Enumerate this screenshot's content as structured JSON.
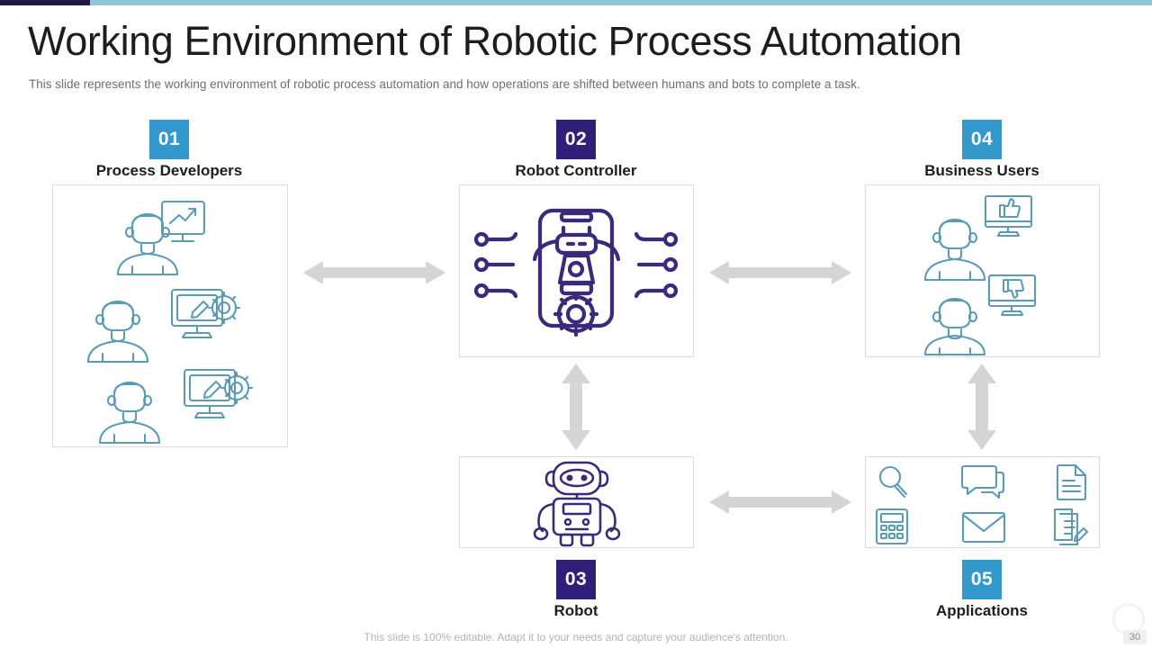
{
  "header": {
    "title": "Working Environment of Robotic Process Automation",
    "subtitle": "This slide represents the working environment of robotic process automation and how operations are shifted between humans and bots to complete a task."
  },
  "colors": {
    "badge_blue": "#3399cc",
    "badge_purple": "#2f1f78",
    "icon_blue": "#5b9cb4",
    "icon_purple": "#3b2a7a",
    "arrow_gray": "#d5d5d5",
    "panel_border": "#dcdcdc",
    "accent_bar": "#8fc5d4",
    "accent_bar_dark": "#221844",
    "title_text": "#1d1d1d",
    "subtitle_text": "#6e6e6e"
  },
  "groups": [
    {
      "number": "01",
      "label": "Process Developers",
      "badge_color": "badge_blue",
      "icons": [
        "person-icon",
        "monitor-chart-icon",
        "person-icon",
        "monitor-settings-icon",
        "person-icon",
        "monitor-settings-icon"
      ]
    },
    {
      "number": "02",
      "label": "Robot Controller",
      "badge_color": "badge_purple",
      "icons": [
        "robot-controller-device-icon"
      ]
    },
    {
      "number": "03",
      "label": "Robot",
      "badge_color": "badge_purple",
      "icons": [
        "robot-icon"
      ]
    },
    {
      "number": "04",
      "label": "Business Users",
      "badge_color": "badge_blue",
      "icons": [
        "monitor-thumbs-up-icon",
        "person-icon",
        "monitor-thumbs-down-icon",
        "person-icon"
      ]
    },
    {
      "number": "05",
      "label": "Applications",
      "badge_color": "badge_blue",
      "icons": [
        "search-icon",
        "chat-icon",
        "document-icon",
        "calculator-icon",
        "envelope-icon",
        "document-edit-icon"
      ]
    }
  ],
  "connectors": [
    {
      "name": "developers-to-controller",
      "direction": "horizontal-bidirectional"
    },
    {
      "name": "controller-to-business-users",
      "direction": "horizontal-bidirectional"
    },
    {
      "name": "controller-to-robot",
      "direction": "vertical-bidirectional"
    },
    {
      "name": "business-users-to-applications",
      "direction": "vertical-bidirectional"
    },
    {
      "name": "robot-to-applications",
      "direction": "horizontal-bidirectional"
    }
  ],
  "footer": {
    "note": "This slide is 100% editable. Adapt it to your needs and capture your audience's attention.",
    "page_number": "30"
  }
}
